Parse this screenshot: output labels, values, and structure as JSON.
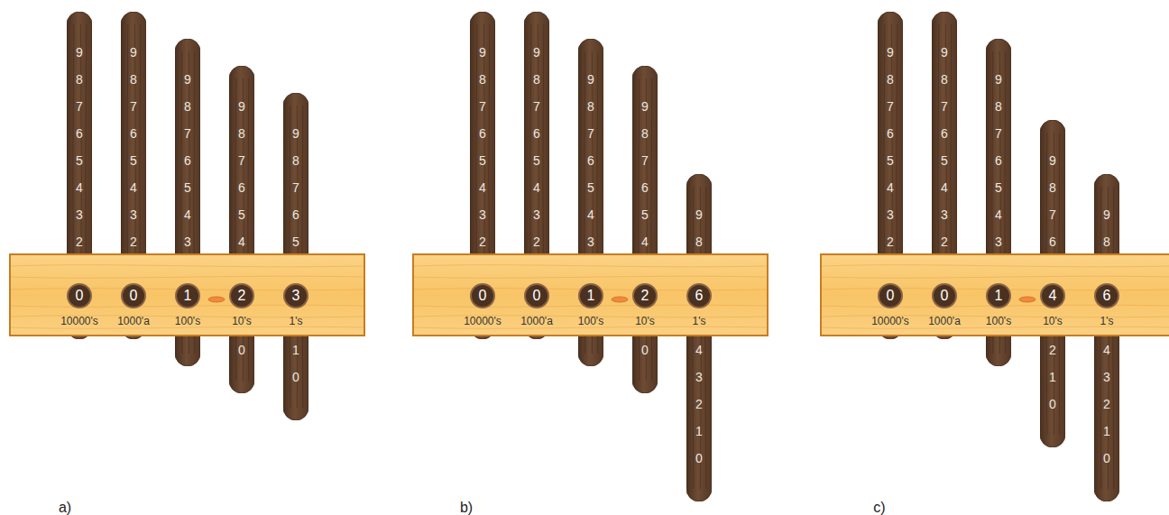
{
  "diagram": {
    "nodes": [
      {
        "text": [
          "9 8 7 6 5 4 3 2"
        ]
      },
      {
        "text": [
          "9 8 7 6 5 4 3 2"
        ]
      },
      {
        "text": [
          "9 8 7 6 5 4 3"
        ]
      },
      {
        "text": [
          "9 8 7 6 5 4",
          "0"
        ]
      },
      {
        "text": [
          "9 8 7 6 5",
          "1 0"
        ]
      },
      {
        "text": [
          "10000's",
          "1000'a",
          "100's",
          "10's",
          "1's"
        ]
      },
      {
        "text": [
          "0"
        ],
        "in": 5
      },
      {
        "text": [
          "0"
        ],
        "in": 5
      },
      {
        "text": [
          "1"
        ],
        "in": 5
      },
      {
        "text": [
          "2"
        ],
        "in": 5
      },
      {
        "text": [
          "3"
        ],
        "in": 5
      },
      {
        "text": [
          "9 8 7 6 5 4 3 2"
        ]
      },
      {
        "text": [
          "9 8 7 6 5 4 3 2"
        ]
      },
      {
        "text": [
          "9 8 7 6 5 4 3"
        ]
      },
      {
        "text": [
          "9 8 7 6 5 4",
          "0"
        ]
      },
      {
        "text": [
          "9 8",
          "4 3 2 1 0"
        ]
      },
      {
        "text": [
          "10000's",
          "1000'a",
          "100's",
          "10's",
          "1's"
        ]
      },
      {
        "text": [
          "0"
        ],
        "in": 16
      },
      {
        "text": [
          "0"
        ],
        "in": 16
      },
      {
        "text": [
          "1"
        ],
        "in": 16
      },
      {
        "text": [
          "2"
        ],
        "in": 16
      },
      {
        "text": [
          "6"
        ],
        "in": 16
      },
      {
        "text": [
          "9 8 7 6 5 4 3 2"
        ]
      },
      {
        "text": [
          "9 8 7 6 5 4 3 2"
        ]
      },
      {
        "text": [
          "9 8 7 6 5 4 3"
        ]
      },
      {
        "text": [
          "9 8 7 6",
          "2 1 0"
        ]
      },
      {
        "text": [
          "9 8",
          "4 3 2 1 0"
        ]
      },
      {
        "text": [
          "10000's",
          "1000'a",
          "100's",
          "10's",
          "1's"
        ]
      },
      {
        "text": [
          "0"
        ],
        "in": 27
      },
      {
        "text": [
          "0"
        ],
        "in": 27
      },
      {
        "text": [
          "1"
        ],
        "in": 27
      },
      {
        "text": [
          "4"
        ],
        "in": 27
      },
      {
        "text": [
          "6"
        ],
        "in": 27
      }
    ],
    "labels": [
      "a)",
      "b)",
      "c)"
    ]
  }
}
